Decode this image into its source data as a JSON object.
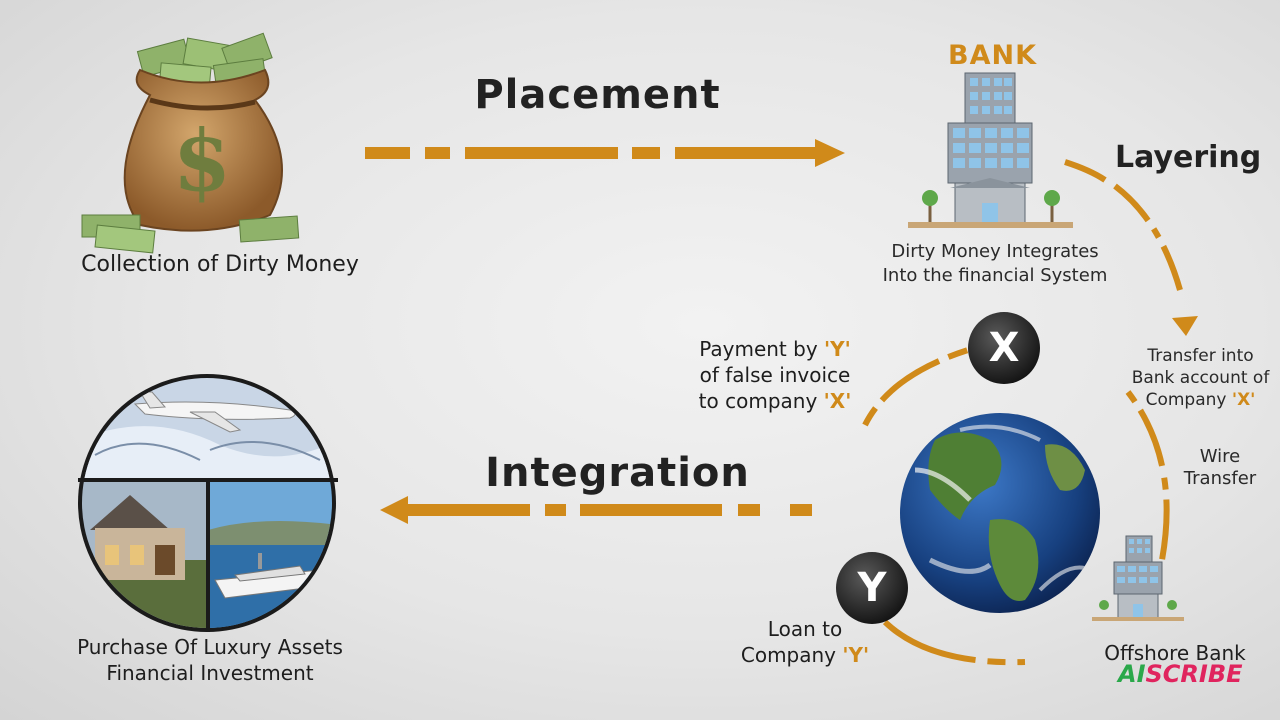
{
  "steps": {
    "placement": "Placement",
    "layering": "Layering",
    "integration": "Integration"
  },
  "nodes": {
    "collection": "Collection of Dirty Money",
    "bank_title": "BANK",
    "bank_line1": "Dirty Money Integrates",
    "bank_line2": "Into the financial System",
    "luxury_line1": "Purchase Of Luxury Assets",
    "luxury_line2": "Financial Investment",
    "offshore": "Offshore Bank",
    "x_badge": "X",
    "y_badge": "Y"
  },
  "flow_labels": {
    "transfer_line1": "Transfer into",
    "transfer_line2": "Bank account of",
    "transfer_line3_pre": "Company ",
    "transfer_line3_acc": "'X'",
    "wire_line1": "Wire",
    "wire_line2": "Transfer",
    "payment_line1_pre": "Payment by ",
    "payment_line1_acc": "'Y'",
    "payment_line2": "of false invoice",
    "payment_line3_pre": "to company ",
    "payment_line3_acc": "'X'",
    "loan_line1": "Loan to",
    "loan_line2_pre": "Company ",
    "loan_line2_acc": "'Y'"
  },
  "watermark": {
    "ai": "AI",
    "rest": "SCRIBE"
  },
  "colors": {
    "accent": "#d08a1a",
    "bag": "#b07a3e",
    "money": "#8fb26a",
    "building_glass": "#8fc4e8",
    "earth_ocean": "#1f4f9a",
    "earth_land": "#3f7a2f",
    "badge": "#2f2f2f"
  },
  "icons": [
    "money-bag-icon",
    "bank-building-icon",
    "globe-icon",
    "offshore-bank-icon",
    "luxury-assets-image",
    "airplane-icon",
    "house-icon",
    "yacht-icon"
  ]
}
